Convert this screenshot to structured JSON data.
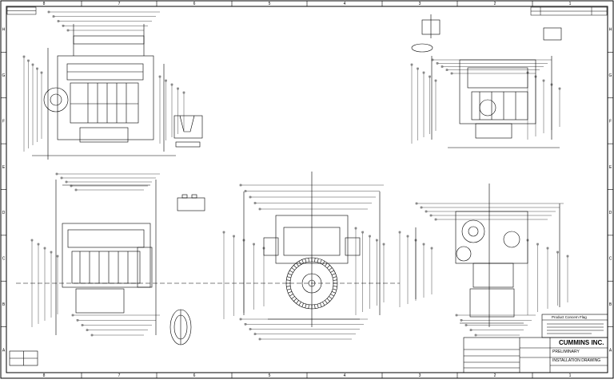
{
  "zone_columns": [
    "8",
    "7",
    "6",
    "5",
    "4",
    "3",
    "2",
    "1"
  ],
  "zone_rows": [
    "H",
    "G",
    "F",
    "E",
    "D",
    "C",
    "B",
    "A"
  ],
  "title_block": {
    "company": "CUMMINS INC.",
    "status": "PRELIMINARY",
    "title": "INSTALLATION DRAWING",
    "note_header": "Product Concern Flag"
  },
  "palette": {
    "line": "#000000",
    "paper": "#ffffff"
  }
}
